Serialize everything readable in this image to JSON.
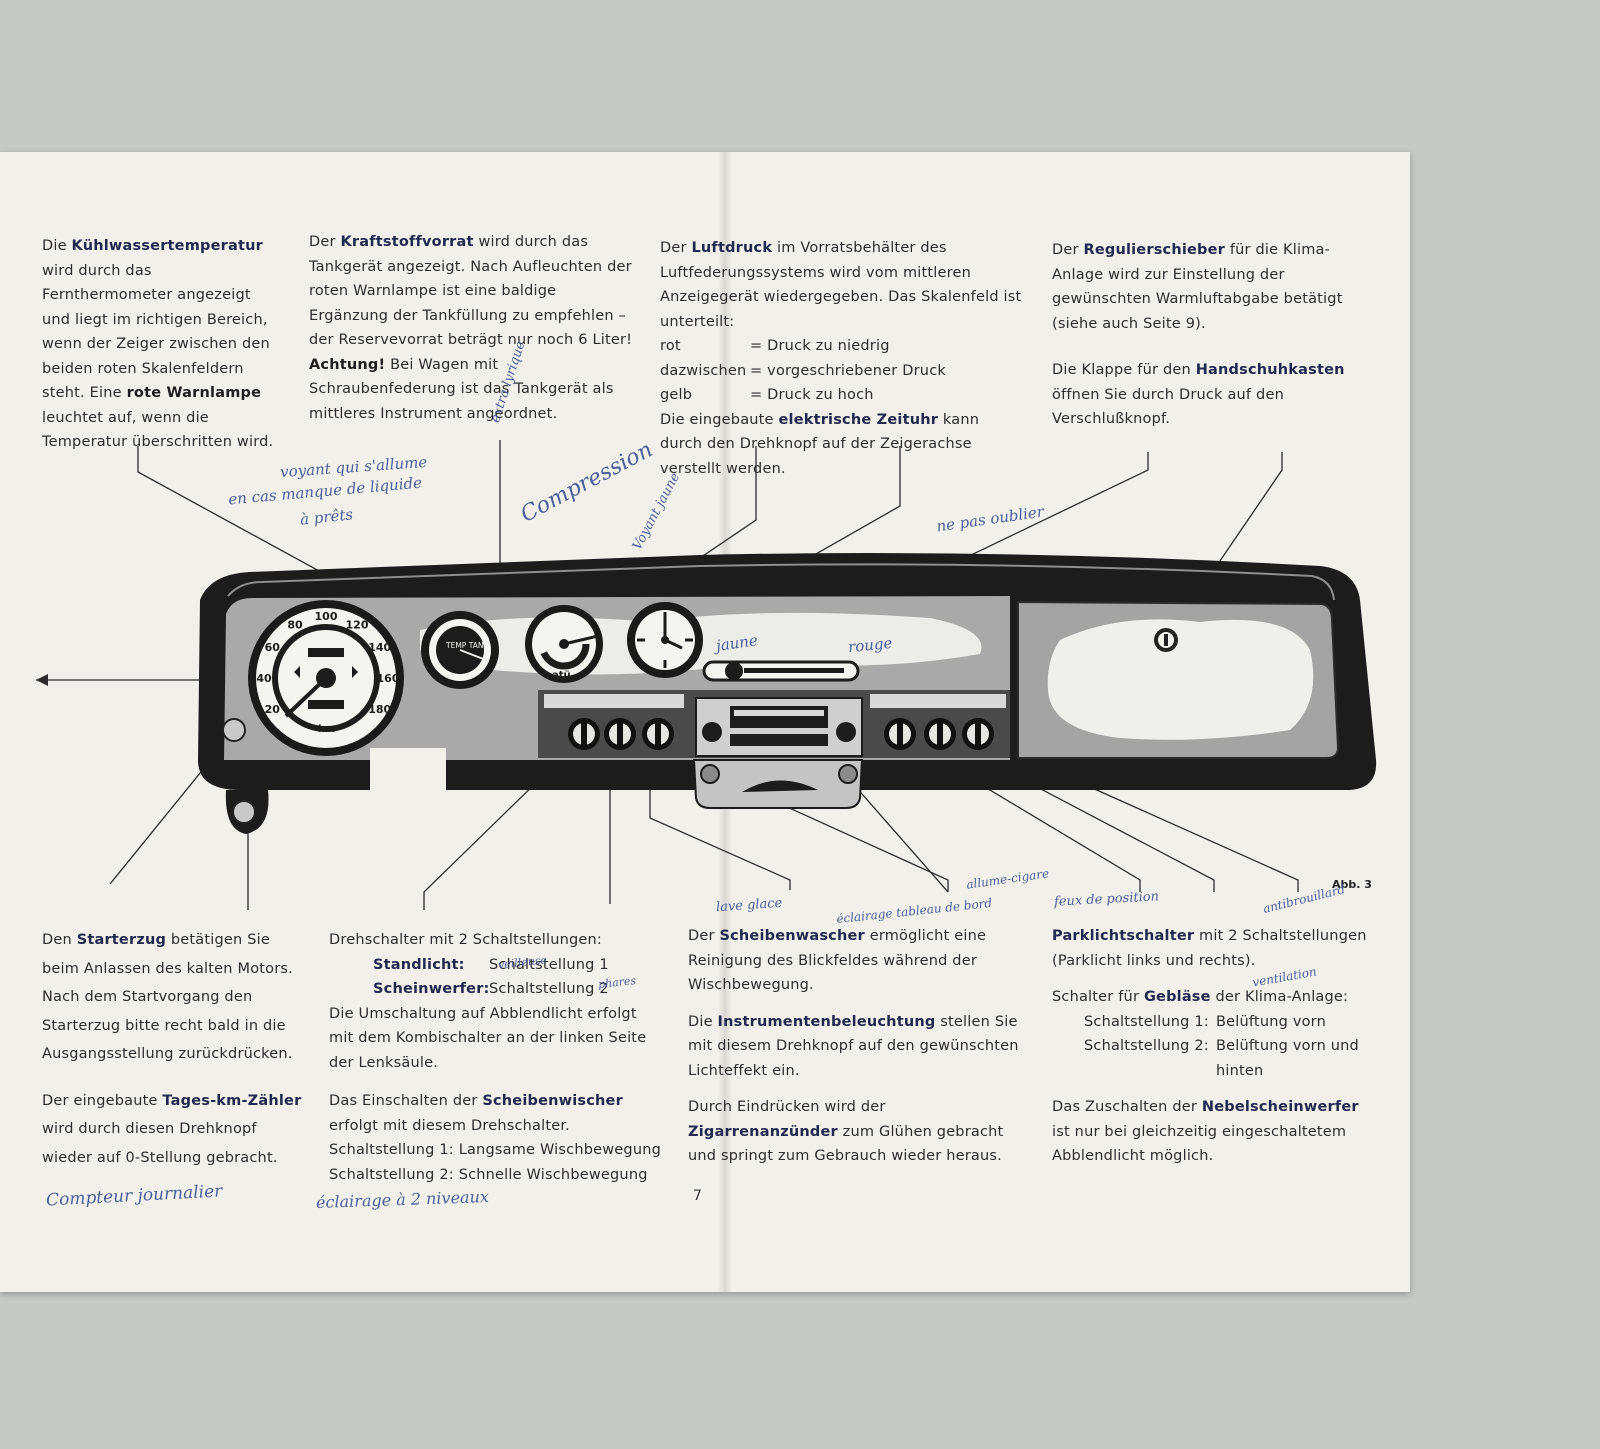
{
  "page_number": "7",
  "figure_label": "Abb. 3",
  "top": {
    "col1": {
      "p1_a": "Die ",
      "p1_kw": "Kühlwassertemperatur",
      "p1_b": " wird durch das Fernthermometer angezeigt und liegt im richtigen Bereich, wenn der Zeiger zwischen den beiden roten Skalenfeldern steht. Eine ",
      "p1_kw2": "rote Warnlampe",
      "p1_c": " leuchtet auf, wenn die Temperatur überschritten wird."
    },
    "col2": {
      "p1_a": "Der ",
      "p1_kw": "Kraftstoffvorrat",
      "p1_b": " wird durch das Tankgerät angezeigt. Nach Aufleuchten der roten Warnlampe ist eine baldige Ergänzung der Tankfüllung zu empfehlen – der Reservevorrat beträgt nur noch 6 Liter!",
      "p2_kw": "Achtung!",
      "p2_b": " Bei Wagen mit Schraubenfederung ist das Tankgerät als mittleres Instrument angeordnet."
    },
    "col3": {
      "p1_a": "Der ",
      "p1_kw": "Luftdruck",
      "p1_b": " im Vorratsbehälter des Luftfederungssystems wird vom mittleren Anzeigegerät wiedergegeben. Das Skalenfeld ist unterteilt:",
      "rows": [
        {
          "k": "rot",
          "v": "= Druck zu niedrig"
        },
        {
          "k": "dazwischen",
          "v": "= vorgeschriebener Druck"
        },
        {
          "k": "gelb",
          "v": "= Druck zu hoch"
        }
      ],
      "p2_a": "Die eingebaute ",
      "p2_kw": "elektrische Zeituhr",
      "p2_b": " kann durch den Drehknopf auf der Zeigerachse verstellt werden."
    },
    "col4": {
      "p1_a": "Der ",
      "p1_kw": "Regulierschieber",
      "p1_b": " für die Klima-Anlage wird zur Einstellung der gewünschten Warmluftabgabe betätigt (siehe auch Seite 9).",
      "p2_a": "Die Klappe für den ",
      "p2_kw": "Handschuhkasten",
      "p2_b": " öffnen Sie durch Druck auf den Verschlußknopf."
    }
  },
  "bottom": {
    "col1": {
      "p1_a": "Den ",
      "p1_kw": "Starterzug",
      "p1_b": " betätigen Sie beim Anlassen des kalten Motors. Nach dem Startvorgang den Starterzug bitte recht bald in die Ausgangsstellung zurückdrücken.",
      "p2_a": "Der eingebaute ",
      "p2_kw": "Tages-km-Zähler",
      "p2_b": " wird durch diesen Drehknopf wieder auf 0-Stellung gebracht."
    },
    "col2": {
      "p1": "Drehschalter mit 2 Schaltstellungen:",
      "l1": "Standlicht:",
      "v1": "Schaltstellung 1",
      "l2": "Scheinwerfer:",
      "v2": "Schaltstellung 2",
      "p2": "Die Umschaltung auf Abblendlicht erfolgt mit dem Kombischalter an der linken Seite der Lenksäule.",
      "p3_a": "Das Einschalten der ",
      "p3_kw": "Scheibenwischer",
      "p3_b": " erfolgt mit diesem Drehschalter.",
      "s1": "Schaltstellung 1: Langsame Wischbewegung",
      "s2": "Schaltstellung 2: Schnelle Wischbewegung"
    },
    "col3": {
      "p1_a": "Der ",
      "p1_kw": "Scheibenwascher",
      "p1_b": " ermöglicht eine Reinigung des Blickfeldes während der Wischbewegung.",
      "p2_a": "Die ",
      "p2_kw": "Instrumentenbeleuchtung",
      "p2_b": " stellen Sie mit diesem Drehknopf auf den gewünschten Lichteffekt ein.",
      "p3_a": "Durch Eindrücken wird der ",
      "p3_kw": "Zigarrenanzünder",
      "p3_b": " zum Glühen gebracht und springt zum Gebrauch wieder heraus."
    },
    "col4": {
      "p1_kw": "Parklichtschalter",
      "p1_b": " mit 2 Schaltstellungen (Parklicht links und rechts).",
      "p2_a": "Schalter für ",
      "p2_kw": "Gebläse",
      "p2_b": " der Klima-Anlage:",
      "s1k": "Schaltstellung 1:",
      "s1v": "Belüftung vorn",
      "s2k": "Schaltstellung 2:",
      "s2v": "Belüftung vorn und hinten",
      "p3_a": "Das Zuschalten der ",
      "p3_kw": "Nebelscheinwerfer",
      "p3_b": " ist nur bei gleichzeitig eingeschaltetem Abblendlicht möglich."
    }
  },
  "gauges": {
    "speedo_ticks": [
      "20",
      "40",
      "60",
      "80",
      "100",
      "120",
      "140",
      "160",
      "180"
    ],
    "speedo_unit": "km",
    "temp_tank": "TEMP TANK",
    "pressure_unit": "atü"
  },
  "handwritten": {
    "n1": "voyant qui s'allume",
    "n2": "en cas manque de liquide",
    "n3": "à prêts",
    "n4": "extra lyrique",
    "n5": "Compression",
    "n6": "Voyant jaune",
    "n7": "ne pas oublier",
    "n8": "jaune",
    "n9": "rouge",
    "n10": "Compteur journalier",
    "n11": "éclairage à 2 niveaux",
    "n12": "lave glace",
    "n13": "éclairage tableau de bord",
    "n14": "allume-cigare",
    "n15": "feux de position",
    "n16": "ventilation",
    "n17": "antibrouillard",
    "n18": "veilleuse",
    "n19": "phares"
  }
}
